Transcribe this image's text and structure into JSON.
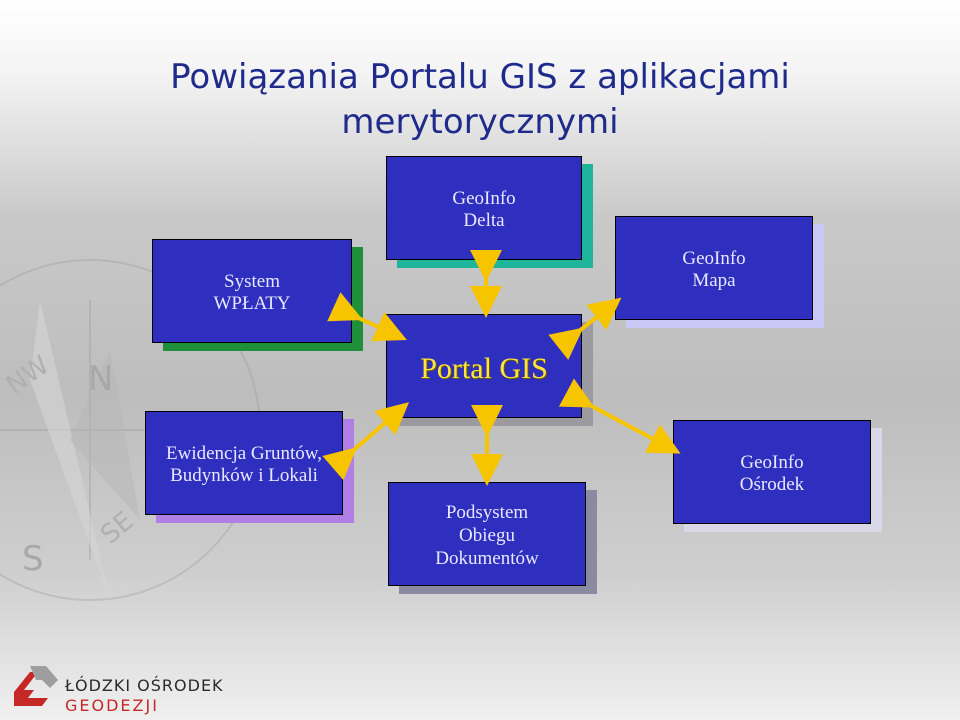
{
  "title": {
    "line1": "Powiązania Portalu GIS z aplikacjami",
    "line2": "merytorycznymi"
  },
  "nodes": {
    "delta": {
      "line1": "GeoInfo",
      "line2": "Delta",
      "shadow_color": "#1fb59a"
    },
    "wplaty": {
      "line1": "System",
      "line2": "WPŁATY",
      "shadow_color": "#1f8f3a"
    },
    "mapa": {
      "line1": "GeoInfo",
      "line2": "Mapa",
      "shadow_color": "#c9c9f5"
    },
    "portal": {
      "label": "Portal GIS",
      "shadow_color": "#9a9aa0"
    },
    "ewid": {
      "line1": "Ewidencja Gruntów,",
      "line2": "Budynków i Lokali",
      "shadow_color": "#b07fe6"
    },
    "obieg": {
      "line1": "Podsystem",
      "line2": "Obiegu",
      "line3": "Dokumentów",
      "shadow_color": "#8a8aa0"
    },
    "osrod": {
      "line1": "GeoInfo",
      "line2": "Ośrodek",
      "shadow_color": "#d8d8e8"
    }
  },
  "colors": {
    "box_fill": "#2e2ebf",
    "arrow": "#f7c400",
    "title": "#1f2b8c"
  },
  "logo": {
    "line1": "ŁÓDZKI OŚRODEK",
    "line2": "GEODEZJI",
    "icon": "lodz-geodesy-logo-icon"
  },
  "background": {
    "compass_letters": [
      "N",
      "NW",
      "S",
      "SE"
    ]
  }
}
